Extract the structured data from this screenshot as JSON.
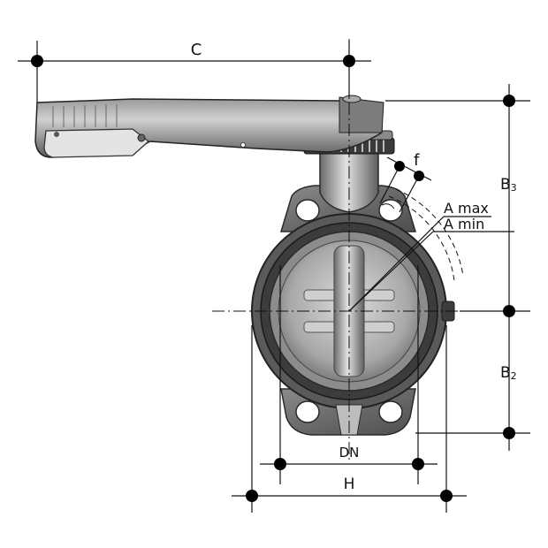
{
  "labels": {
    "c": "C",
    "b3_main": "B",
    "b3_sub": "3",
    "b2_main": "B",
    "b2_sub": "2",
    "f": "f",
    "a_max": "A max",
    "a_min": "A min",
    "dn": "DN",
    "h": "H"
  },
  "colors": {
    "body_dark": "#4a4a4a",
    "body_mid": "#7a7a7a",
    "body_light": "#bdbdbd",
    "highlight": "#e6e6e6",
    "dimension": "#111111"
  }
}
